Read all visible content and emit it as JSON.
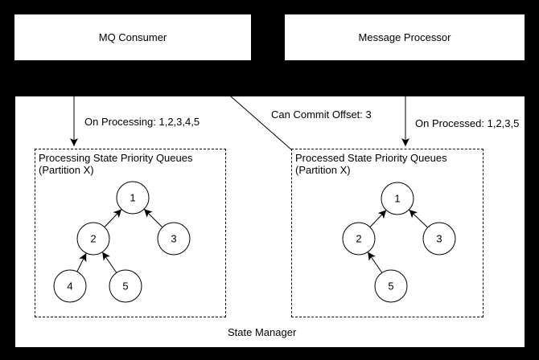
{
  "colors": {
    "background": "#000000",
    "box_fill": "#ffffff",
    "stroke": "#000000",
    "text": "#000000"
  },
  "boxes": {
    "mq_consumer": "MQ Consumer",
    "message_processor": "Message Processor",
    "state_manager": "State Manager"
  },
  "edge_labels": {
    "on_processing": "On Processing: 1,2,3,4,5",
    "can_commit": "Can Commit Offset: 3",
    "on_processed": "On Processed: 1,2,3,5"
  },
  "processing_queue": {
    "title": "Processing State Priority Queues",
    "subtitle": "(Partition X)",
    "nodes": [
      "1",
      "2",
      "3",
      "4",
      "5"
    ],
    "edges": [
      "2->1",
      "3->1",
      "4->2",
      "5->2"
    ]
  },
  "processed_queue": {
    "title": "Processed State Priority Queues",
    "subtitle": "(Partition X)",
    "nodes": [
      "1",
      "2",
      "3",
      "5"
    ],
    "edges": [
      "2->1",
      "3->1",
      "5->2"
    ]
  }
}
